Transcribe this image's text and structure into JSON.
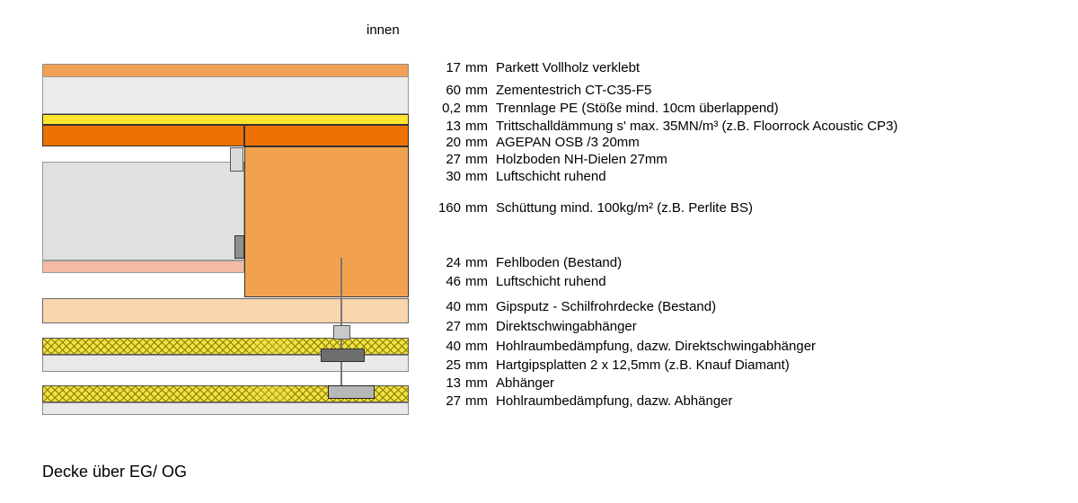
{
  "title": "Decke über EG/ OG",
  "orientation_label": "innen",
  "palette": {
    "parkett-orange": "#F0A155",
    "estrich-gray": "#ECECEC",
    "pe-yellow": "#FFE52E",
    "trittschall-orange": "#ED7103",
    "schuettung-orange": "#F2A24F",
    "beamfield-gray": "#E0E0E0",
    "fehlboden-pink": "#F5BAA3",
    "gipsputz-peach": "#F8D5AC",
    "gips-gray": "#E9E9E9",
    "insulation-yellow": "#EFE045",
    "hatch-olive": "#8A7A00"
  },
  "layers": [
    {
      "thickness": "17",
      "unit": "mm",
      "label": "Parkett Vollholz verklebt"
    },
    {
      "thickness": "60",
      "unit": "mm",
      "label": "Zementestrich CT-C35-F5"
    },
    {
      "thickness": "0,2",
      "unit": "mm",
      "label": "Trennlage PE (Stöße mind. 10cm überlappend)"
    },
    {
      "thickness": "13",
      "unit": "mm",
      "label": "Trittschalldämmung s' max. 35MN/m³ (z.B. Floorrock Acoustic CP3)"
    },
    {
      "thickness": "20",
      "unit": "mm",
      "label": "AGEPAN OSB /3 20mm"
    },
    {
      "thickness": "27",
      "unit": "mm",
      "label": "Holzboden NH-Dielen 27mm"
    },
    {
      "thickness": "30",
      "unit": "mm",
      "label": "Luftschicht ruhend"
    },
    {
      "thickness": "160",
      "unit": "mm",
      "label": "Schüttung mind. 100kg/m² (z.B. Perlite BS)"
    },
    {
      "thickness": "24",
      "unit": "mm",
      "label": "Fehlboden (Bestand)"
    },
    {
      "thickness": "46",
      "unit": "mm",
      "label": "Luftschicht ruhend"
    },
    {
      "thickness": "40",
      "unit": "mm",
      "label": "Gipsputz - Schilfrohrdecke (Bestand)"
    },
    {
      "thickness": "27",
      "unit": "mm",
      "label": "Direktschwingabhänger"
    },
    {
      "thickness": "40",
      "unit": "mm",
      "label": "Hohlraumbedämpfung, dazw. Direktschwingabhänger"
    },
    {
      "thickness": "25",
      "unit": "mm",
      "label": "Hartgipsplatten 2 x 12,5mm (z.B. Knauf Diamant)"
    },
    {
      "thickness": "13",
      "unit": "mm",
      "label": "Abhänger"
    },
    {
      "thickness": "27",
      "unit": "mm",
      "label": "Hohlraumbedämpfung, dazw. Abhänger"
    }
  ]
}
